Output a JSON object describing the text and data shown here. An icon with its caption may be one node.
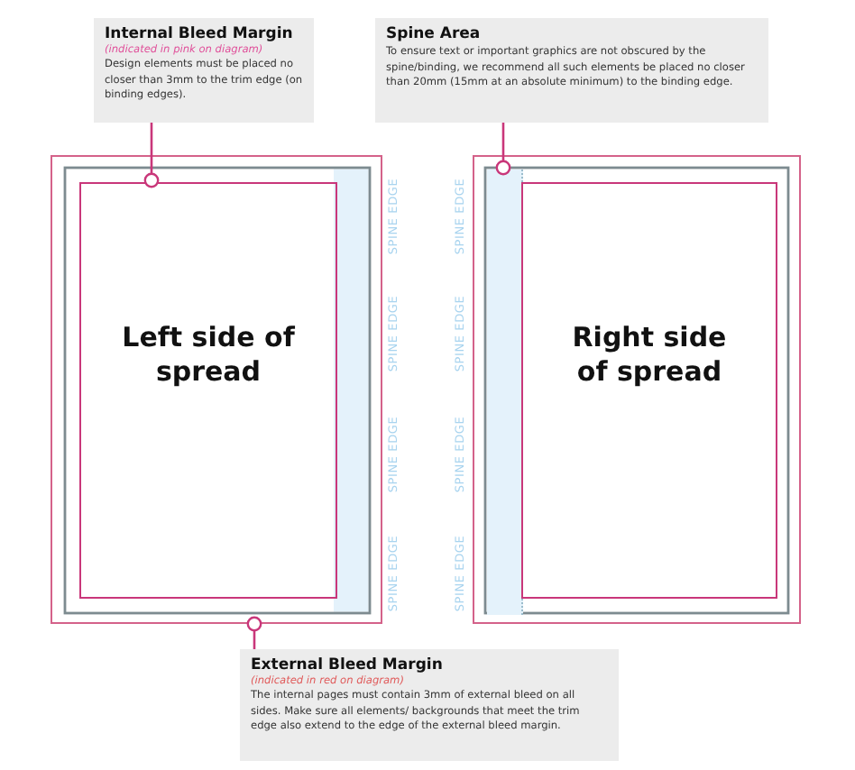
{
  "diagram": {
    "nodes": [
      {
        "text": [
          "Internal Bleed Margin",
          "(indicated in pink on diagram)",
          "Design elements must be placed no closer than 3mm to the trim edge (on binding edges)."
        ]
      },
      {
        "text": [
          "Spine Area",
          "To ensure text or important graphics are not obscured by the spine/binding, we recommend all such elements be placed no closer than 20mm (15mm at an absolute minimum) to the binding edge."
        ]
      },
      {
        "text": [
          "External Bleed Margin",
          "(indicated in red on diagram)",
          "The internal pages must contain 3mm of external bleed on all sides. Make sure all elements/ backgrounds that meet the trim edge also extend to the edge of the external bleed margin."
        ]
      },
      {
        "text": [],
        "shape": "box"
      },
      {
        "text": [
          "Left side of spread"
        ],
        "in": 3
      },
      {
        "text": [],
        "shape": "box"
      },
      {
        "text": [],
        "shape": "box",
        "in": 5
      },
      {
        "text": [
          "Right side of spread"
        ],
        "in": 5
      }
    ],
    "edges": [
      {
        "from": 0,
        "to": 4,
        "arrow": "other"
      },
      {
        "from": 1,
        "to": 6,
        "arrow": "other"
      },
      {
        "from": 2,
        "to": 3,
        "arrow": "other"
      }
    ],
    "labels": [
      "SPINE EDGE",
      "SPINE EDGE",
      "SPINE EDGE",
      "SPINE EDGE",
      "SPINE EDGE",
      "SPINE EDGE",
      "SPINE EDGE",
      "SPINE EDGE"
    ]
  }
}
